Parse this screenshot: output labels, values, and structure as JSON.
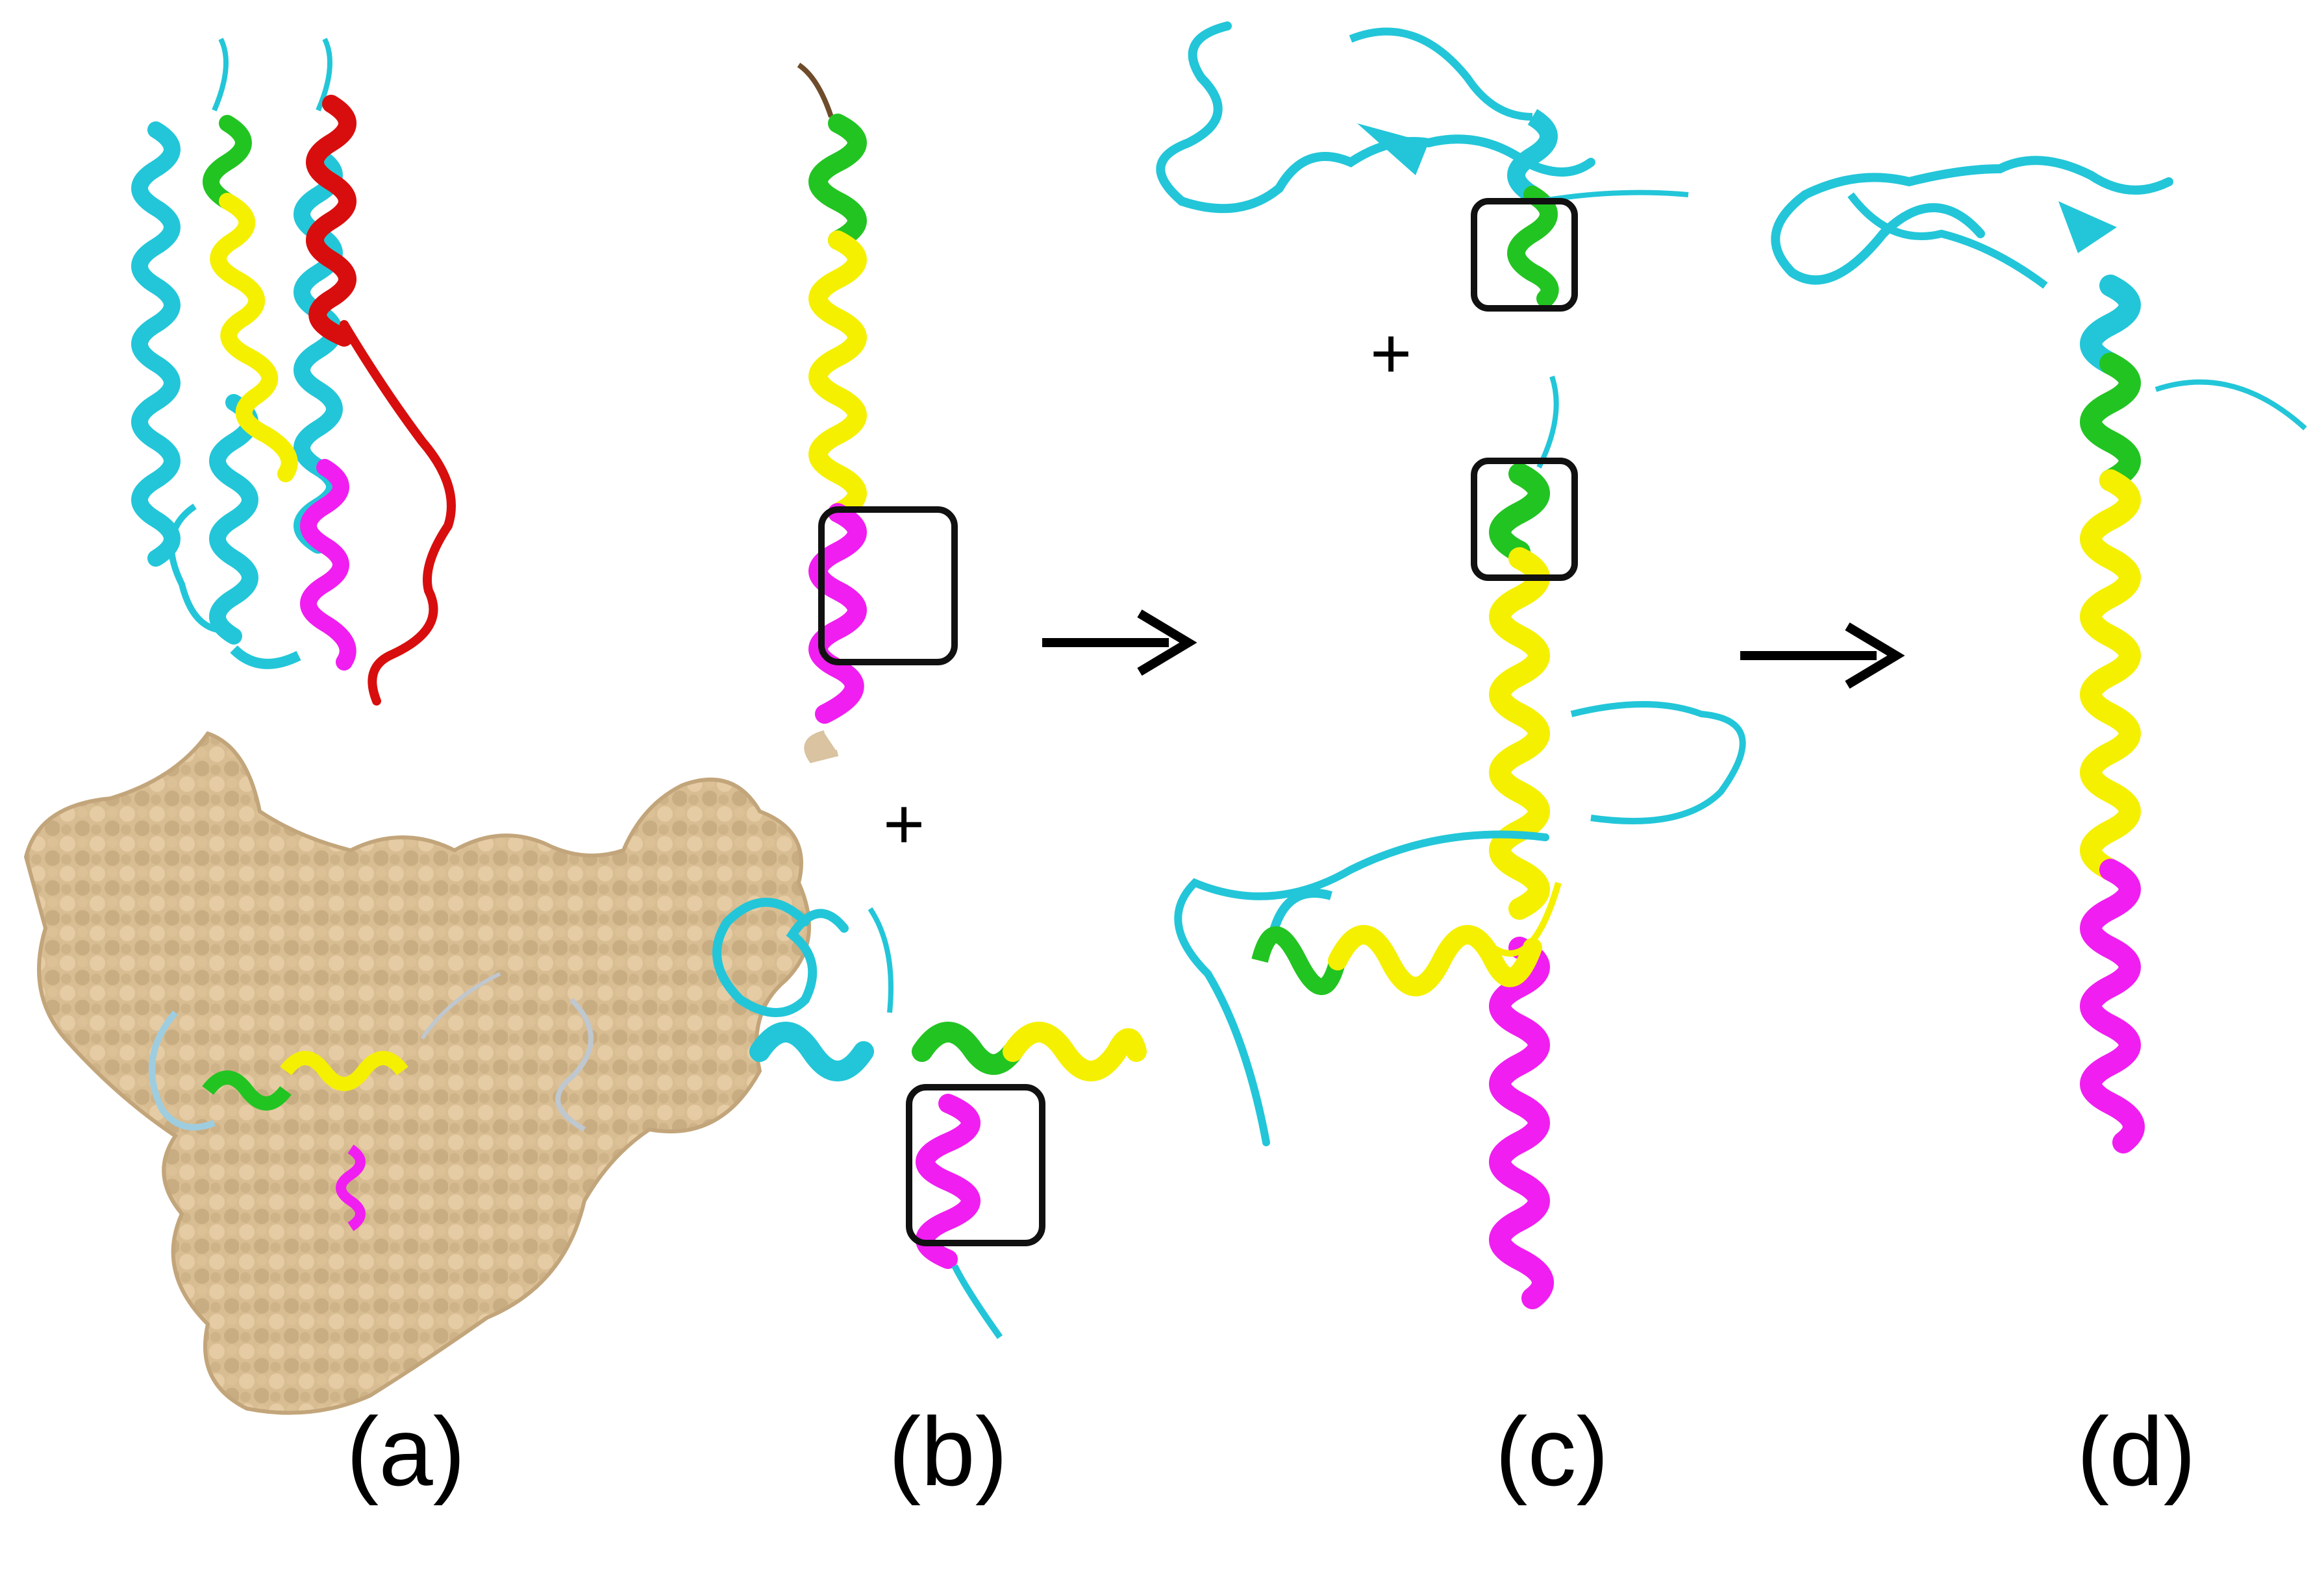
{
  "panels": [
    {
      "label": "(a)"
    },
    {
      "label": "(b)"
    },
    {
      "label": "(c)"
    },
    {
      "label": "(d)"
    }
  ],
  "operators": {
    "plus_b": "+",
    "plus_c": "+"
  },
  "colors": {
    "cyan": "#22c6d8",
    "green": "#22c422",
    "yellow": "#f5f000",
    "magenta": "#f01ef0",
    "red": "#d80e0e",
    "surface": "#d9bd92",
    "light_blue": "#9ecde0",
    "tan": "#d9c3a0",
    "brown": "#6e4b2a",
    "box": "#111111",
    "arrow": "#000000"
  }
}
